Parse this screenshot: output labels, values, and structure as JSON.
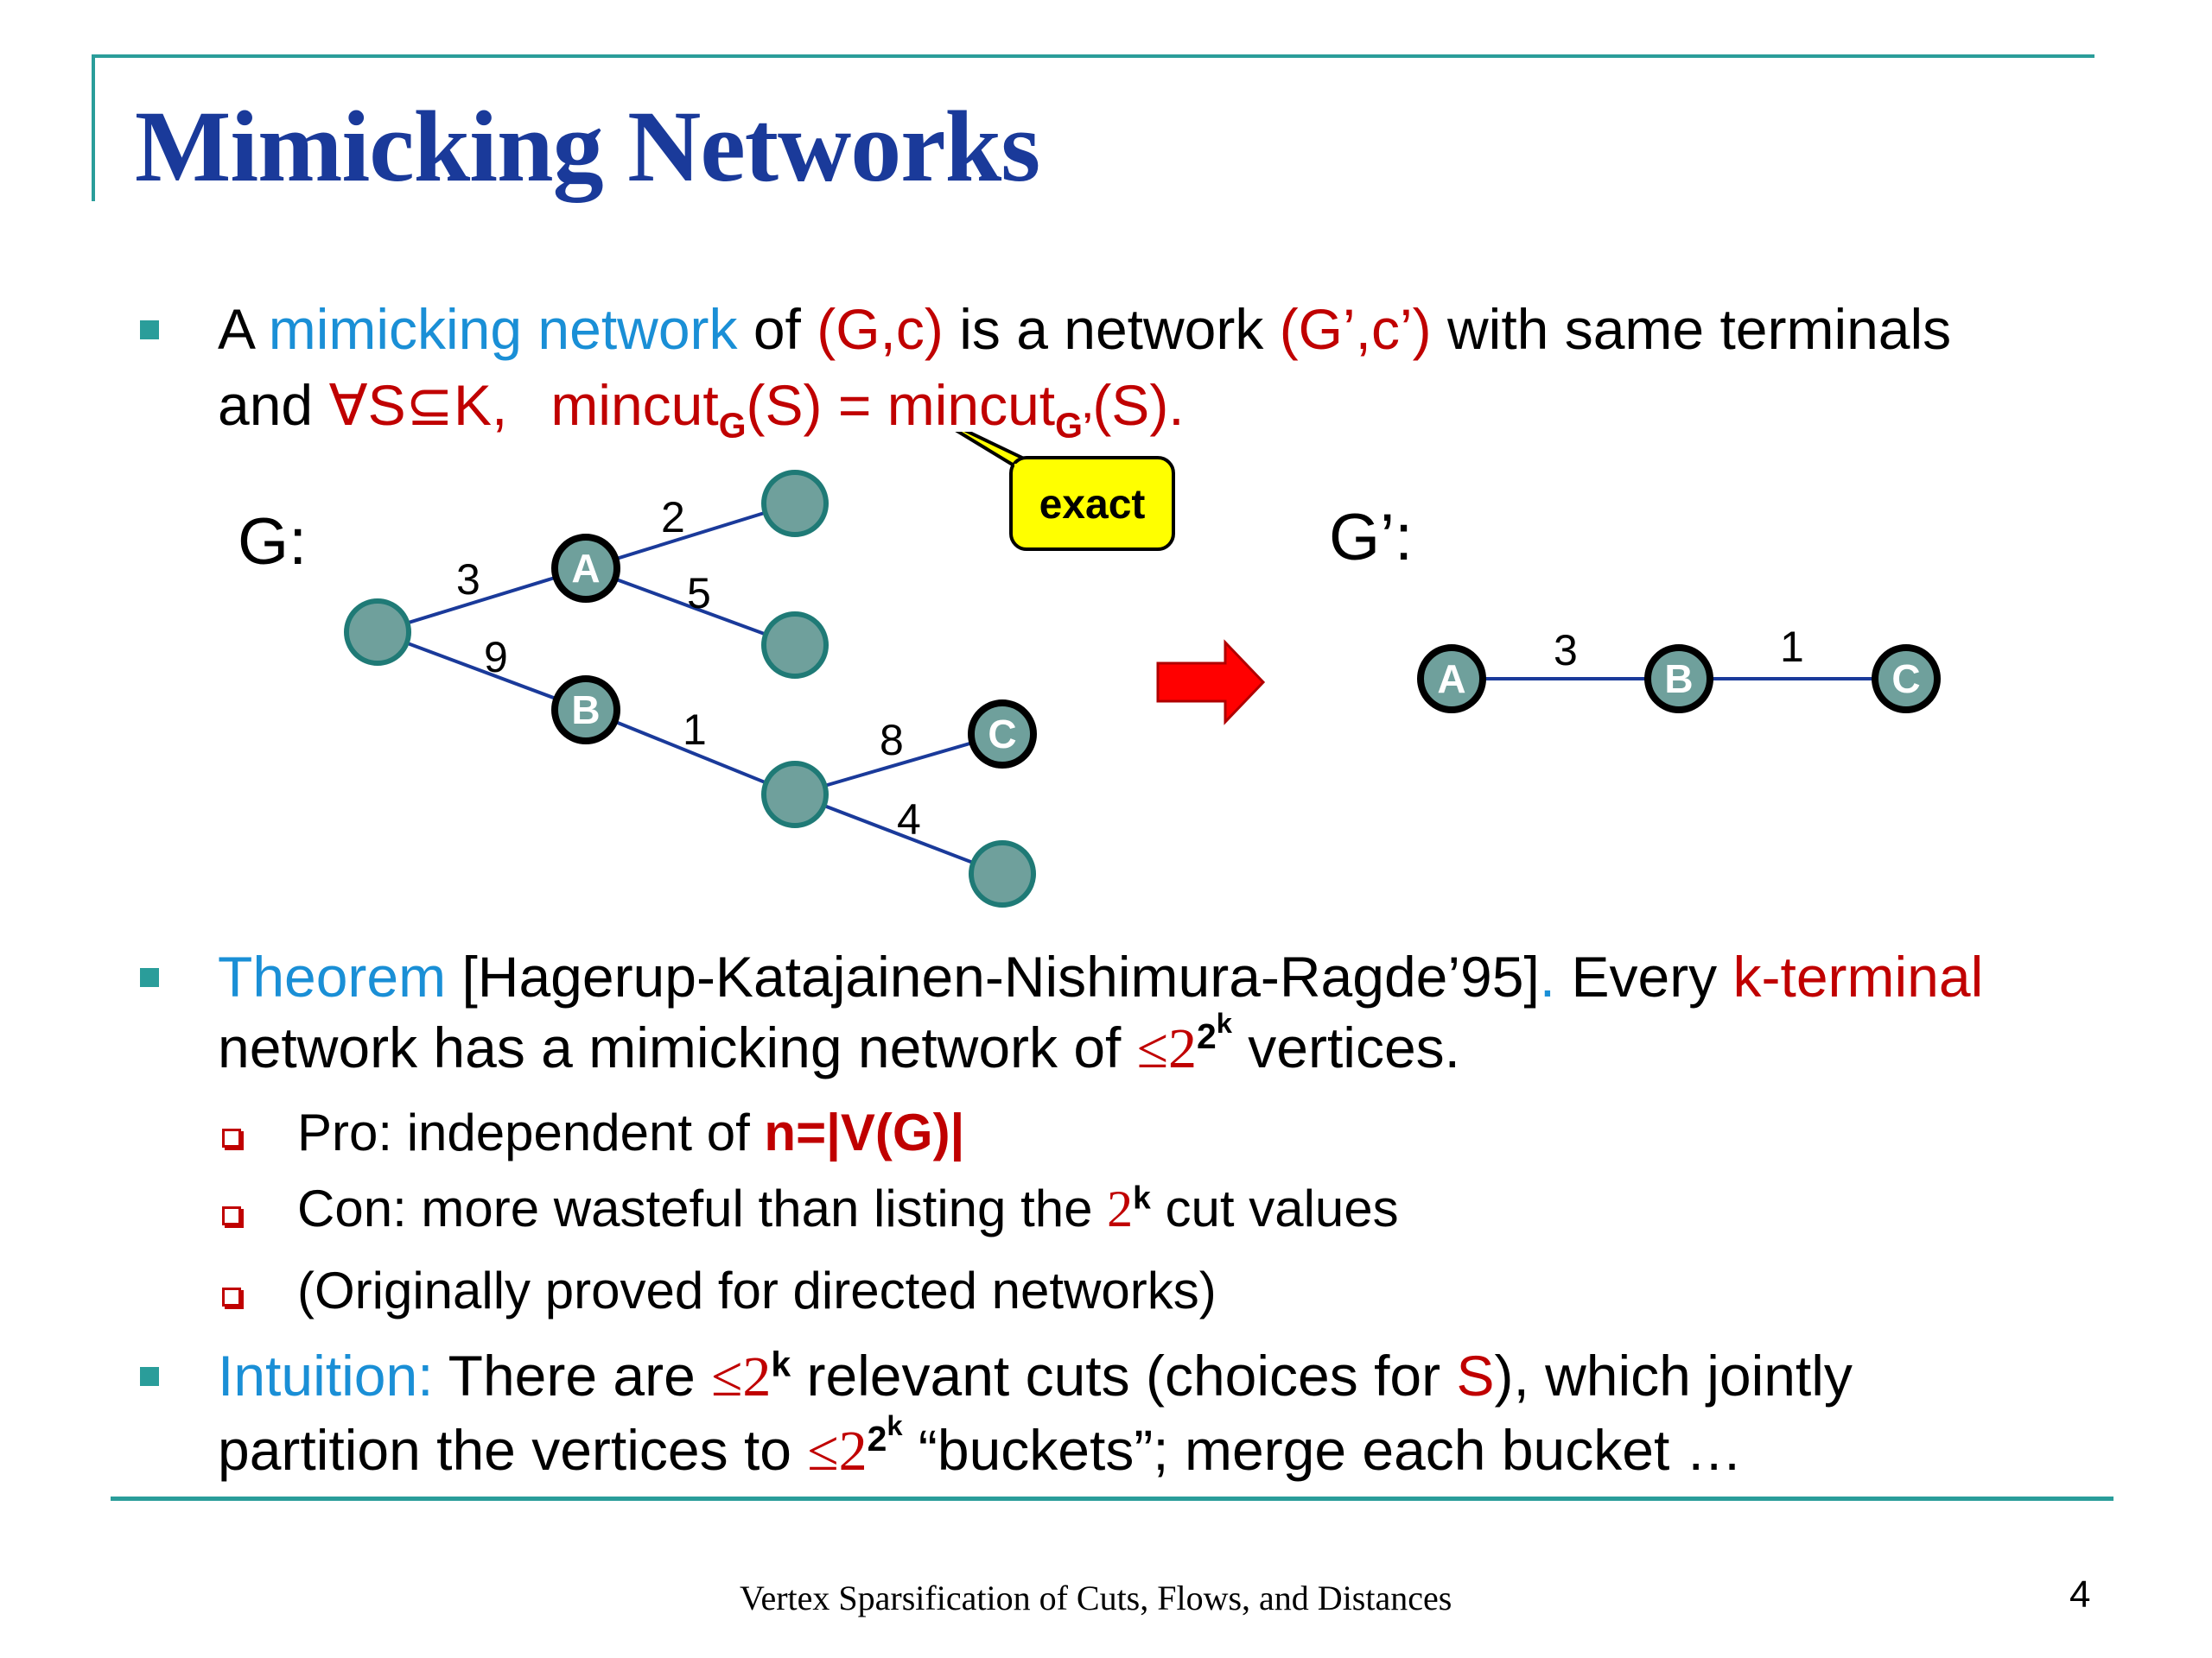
{
  "title": "Mimicking Networks",
  "bullet1": {
    "l1_a": "A ",
    "l1_term": "mimicking network",
    "l1_b": " of ",
    "l1_gc": "(G,c)",
    "l1_c": " is a network ",
    "l1_gc2": "(G’,c’)",
    "l1_d": " with same terminals",
    "l2_a": "and ",
    "l2_forall": "∀S⊆K,",
    "l2_mc1": "mincut",
    "l2_sub1": "G",
    "l2_s1": "(S) = ",
    "l2_mc2": "mincut",
    "l2_sub2": "G’",
    "l2_s2": "(S)."
  },
  "callout": "exact",
  "graph_g": {
    "label": "G:",
    "nodes": {
      "a": "A",
      "b": "B",
      "c": "C"
    },
    "weights": {
      "root_a": "3",
      "root_b": "9",
      "a_top": "2",
      "a_mid": "5",
      "b_hub": "1",
      "hub_c": "8",
      "hub_low": "4"
    }
  },
  "graph_gp": {
    "label": "G’:",
    "nodes": {
      "a": "A",
      "b": "B",
      "c": "C"
    },
    "weights": {
      "a_b": "3",
      "b_c": "1"
    }
  },
  "bullet2": {
    "theorem": "Theorem",
    "citation": " [Hagerup-Katajainen-Nishimura-Ragde’95]",
    "dot": ".",
    "every": " Every ",
    "kterm": "k-terminal",
    "l2_a": "network has a mimicking network of ",
    "leq": "≤2",
    "exp": "2",
    "exp2": "k",
    "l2_b": " vertices."
  },
  "sub_bullets": {
    "pro_a": "Pro: independent of ",
    "pro_b": "n=|V(G)|",
    "con_a": "Con: more wasteful than listing the ",
    "con_two": "2",
    "con_k": "k",
    "con_b": " cut values",
    "orig": "(Originally proved for directed networks)"
  },
  "bullet3": {
    "intuition": "Intuition:",
    "l1_a": " There are ",
    "leq": "≤2",
    "k": "k",
    "l1_b": " relevant cuts (choices for ",
    "s": "S",
    "l1_c": "), which jointly",
    "l2_a": "partition the vertices to ",
    "leq2": "≤2",
    "exp": "2",
    "exp2": "k",
    "l2_b": " “buckets”; merge each bucket …"
  },
  "footer": "Vertex Sparsification of Cuts, Flows, and Distances",
  "page_number": "4",
  "colors": {
    "teal": "#2a9d9a",
    "title_blue": "#1a3a9a",
    "term_blue": "#1a8fd6",
    "red": "#c00000",
    "edge_blue": "#1a3a9a",
    "node_fill": "#6fa09c",
    "callout_yellow": "#ffff00"
  }
}
